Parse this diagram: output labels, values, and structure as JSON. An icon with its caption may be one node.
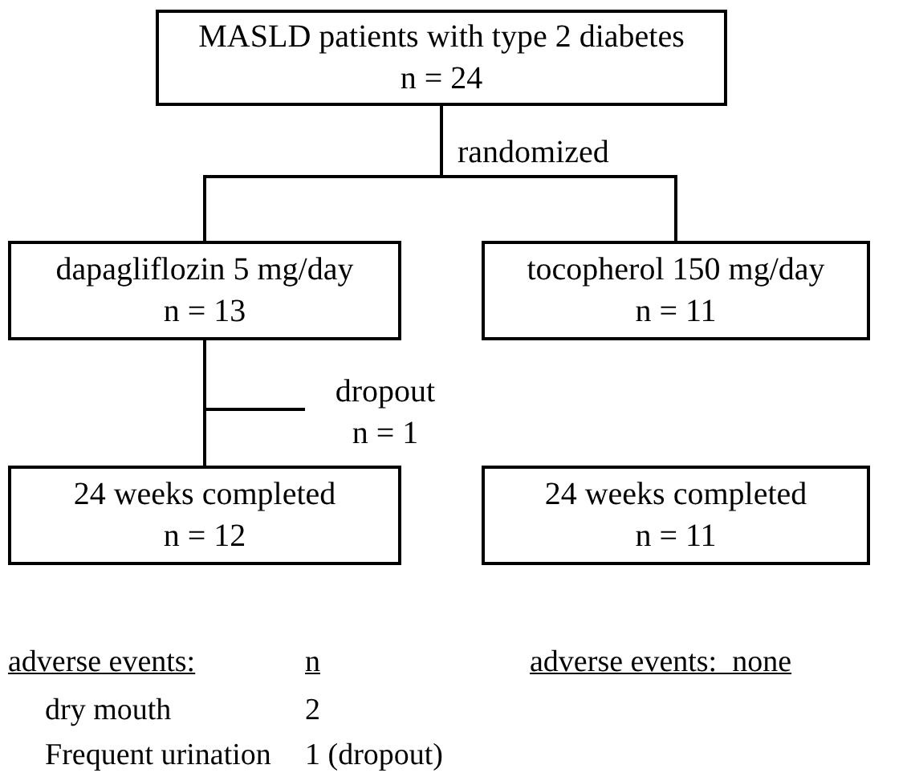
{
  "diagram": {
    "nodes": [
      {
        "text": [
          "MASLD patients with type 2 diabetes",
          "n = 24"
        ]
      },
      {
        "text": [
          "dapagliflozin 5 mg/day",
          "n = 13"
        ]
      },
      {
        "text": [
          "tocopherol 150 mg/day",
          "n = 11"
        ]
      },
      {
        "text": [
          "dropout",
          "n = 1"
        ]
      },
      {
        "text": [
          "24 weeks completed",
          "n = 12"
        ]
      },
      {
        "text": [
          "24 weeks completed",
          "n = 11"
        ]
      }
    ],
    "edges": [
      {
        "from": 0,
        "to": 1,
        "arrow": "none"
      },
      {
        "from": 0,
        "to": 2,
        "arrow": "none",
        "label": "randomized"
      },
      {
        "from": 1,
        "to": 4,
        "arrow": "none"
      },
      {
        "from": 1,
        "to": 3,
        "arrow": "none"
      }
    ],
    "labels": [
      "adverse events:",
      "n",
      "adverse events:  none",
      "dry mouth",
      "2",
      "Frequent urination",
      "1 (dropout)"
    ]
  }
}
